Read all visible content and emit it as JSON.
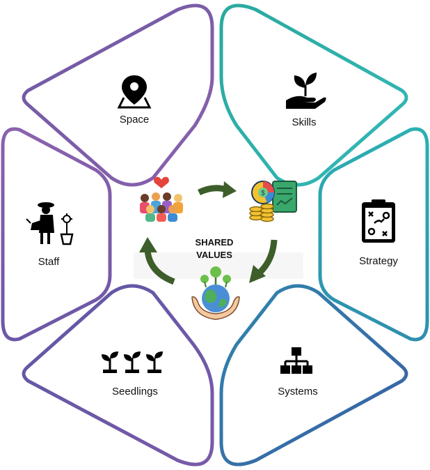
{
  "center": {
    "line1": "SHARED",
    "line2": "VALUES"
  },
  "segments": {
    "space": {
      "label": "Space",
      "icon": "map-pin-icon",
      "color": "#7b5ba6"
    },
    "skills": {
      "label": "Skills",
      "icon": "hand-plant-icon",
      "color": "#2bb3ad"
    },
    "strategy": {
      "label": "Strategy",
      "icon": "clipboard-tactics-icon",
      "color": "#2aa3b3"
    },
    "systems": {
      "label": "Systems",
      "icon": "org-chart-icon",
      "color": "#3a78a8"
    },
    "seedlings": {
      "label": "Seedlings",
      "icon": "seedlings-icon",
      "color": "#6a5ba8"
    },
    "staff": {
      "label": "Staff",
      "icon": "gardener-icon",
      "color": "#7b5ba6"
    }
  },
  "center_icons": [
    "community-heart-icon",
    "finance-report-icon",
    "earth-hands-icon"
  ],
  "arrow_color": "#3d5e2a"
}
